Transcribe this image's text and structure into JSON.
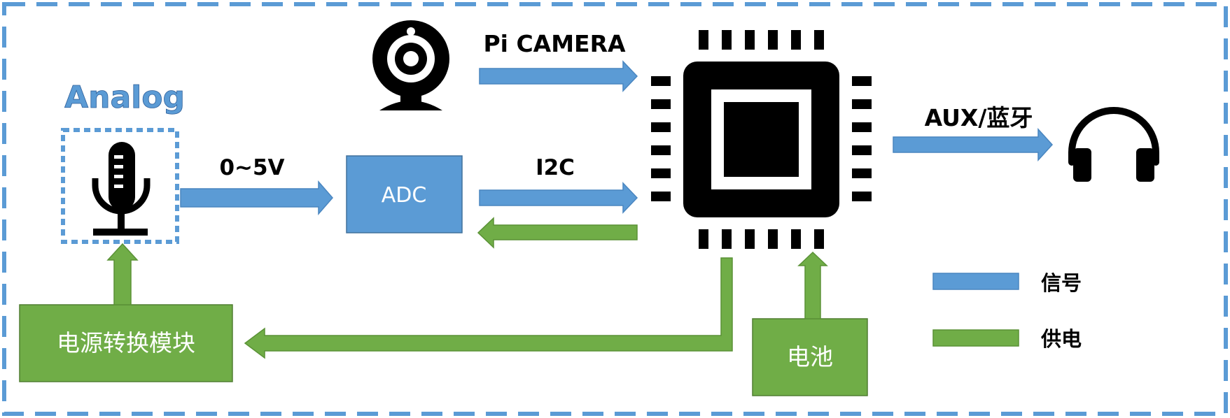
{
  "labels": {
    "analog": "Analog",
    "voltage": "0~5V",
    "camera": "Pi CAMERA",
    "i2c": "I2C",
    "aux": "AUX/蓝牙"
  },
  "boxes": {
    "adc": "ADC",
    "power_module": "电源转换模块",
    "battery": "电池"
  },
  "legend": {
    "signal": "信号",
    "power": "供电"
  },
  "colors": {
    "signal": "#5b9bd5",
    "signal_stroke": "#4a86c0",
    "power": "#70ad47",
    "power_stroke": "#5a9236",
    "border": "#5b9bd5",
    "icon": "#000000"
  },
  "icons": [
    "microphone-icon",
    "webcam-icon",
    "processor-chip-icon",
    "headphones-icon"
  ]
}
